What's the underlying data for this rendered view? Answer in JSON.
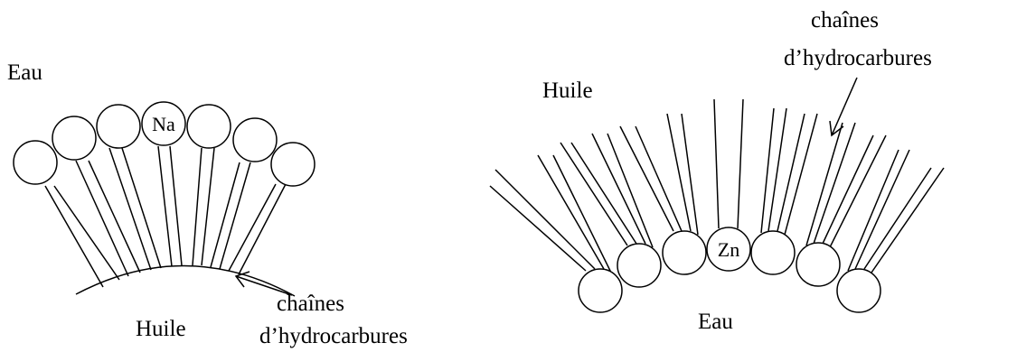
{
  "left_diagram": {
    "outer_label": "Eau",
    "inner_label": "Huile",
    "head_label": "Na",
    "arrow_label_line1": "chaînes",
    "arrow_label_line2": "d’hydrocarbures"
  },
  "right_diagram": {
    "outer_label": "Huile",
    "inner_label": "Eau",
    "head_label": "Zn",
    "arrow_label_line1": "chaînes",
    "arrow_label_line2": "d’hydrocarbures"
  }
}
